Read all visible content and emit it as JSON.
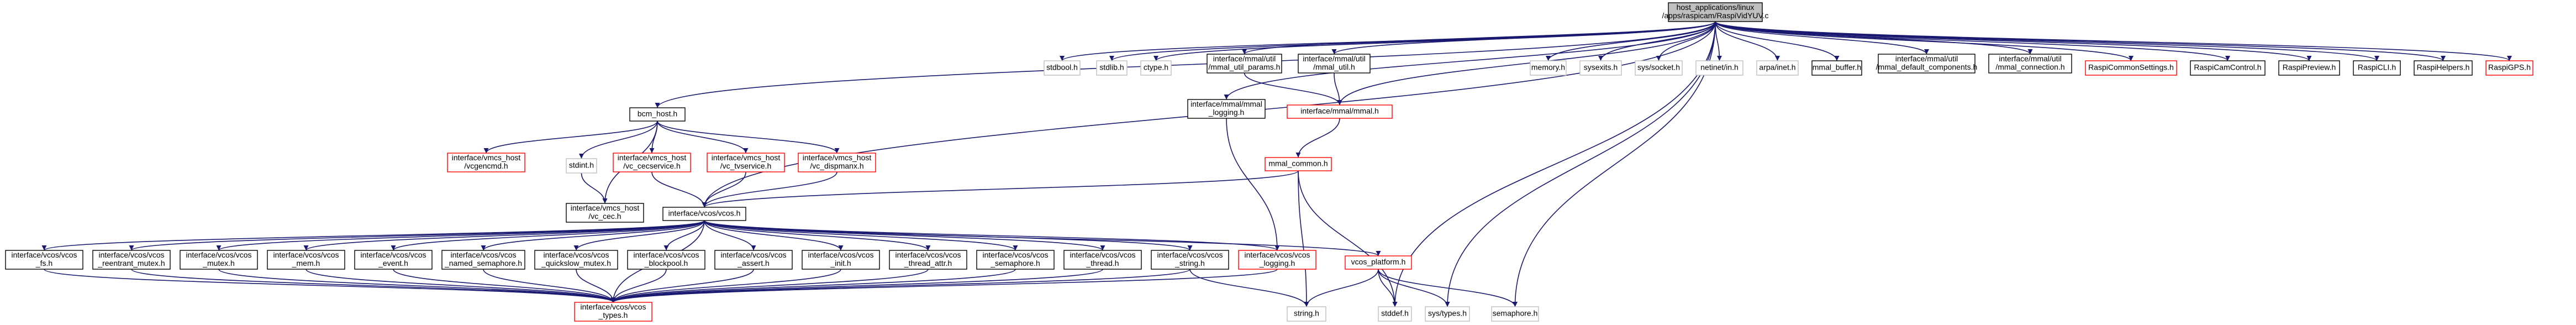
{
  "colors": {
    "edge": "#191970",
    "normal_border": "#000000",
    "red_border": "#ff0000",
    "gray_border": "#bfbfbf",
    "root_fill": "#bfbfbf",
    "node_fill": "#ffffff",
    "text": "#000000"
  },
  "nodes": [
    {
      "id": "root",
      "lines": [
        "host_applications/linux",
        "/apps/raspicam/RaspiVidYUV.c"
      ],
      "style": "root"
    },
    {
      "id": "stdbool",
      "lines": [
        "stdbool.h"
      ],
      "style": "gray"
    },
    {
      "id": "stdlib",
      "lines": [
        "stdlib.h"
      ],
      "style": "gray"
    },
    {
      "id": "ctype",
      "lines": [
        "ctype.h"
      ],
      "style": "gray"
    },
    {
      "id": "bcm_host",
      "lines": [
        "bcm_host.h"
      ],
      "style": "normal"
    },
    {
      "id": "mmal_util_params",
      "lines": [
        "interface/mmal/util",
        "/mmal_util_params.h"
      ],
      "style": "normal"
    },
    {
      "id": "mmal_util",
      "lines": [
        "interface/mmal/util",
        "/mmal_util.h"
      ],
      "style": "normal"
    },
    {
      "id": "mmal_logging",
      "lines": [
        "interface/mmal/mmal",
        "_logging.h"
      ],
      "style": "normal"
    },
    {
      "id": "mmal",
      "lines": [
        "interface/mmal/mmal.h"
      ],
      "style": "red"
    },
    {
      "id": "mmal_common",
      "lines": [
        "mmal_common.h"
      ],
      "style": "red"
    },
    {
      "id": "memory",
      "lines": [
        "memory.h"
      ],
      "style": "gray"
    },
    {
      "id": "sysexits",
      "lines": [
        "sysexits.h"
      ],
      "style": "gray"
    },
    {
      "id": "sys_socket",
      "lines": [
        "sys/socket.h"
      ],
      "style": "gray"
    },
    {
      "id": "netinet_in",
      "lines": [
        "netinet/in.h"
      ],
      "style": "gray"
    },
    {
      "id": "arpa_inet",
      "lines": [
        "arpa/inet.h"
      ],
      "style": "gray"
    },
    {
      "id": "mmal_buffer",
      "lines": [
        "mmal_buffer.h"
      ],
      "style": "normal"
    },
    {
      "id": "mmal_default_components",
      "lines": [
        "interface/mmal/util",
        "/mmal_default_components.h"
      ],
      "style": "normal"
    },
    {
      "id": "mmal_connection",
      "lines": [
        "interface/mmal/util",
        "/mmal_connection.h"
      ],
      "style": "normal"
    },
    {
      "id": "raspi_common_settings",
      "lines": [
        "RaspiCommonSettings.h"
      ],
      "style": "red"
    },
    {
      "id": "raspi_cam_control",
      "lines": [
        "RaspiCamControl.h"
      ],
      "style": "normal"
    },
    {
      "id": "raspi_preview",
      "lines": [
        "RaspiPreview.h"
      ],
      "style": "normal"
    },
    {
      "id": "raspi_cli",
      "lines": [
        "RaspiCLI.h"
      ],
      "style": "normal"
    },
    {
      "id": "raspi_helpers",
      "lines": [
        "RaspiHelpers.h"
      ],
      "style": "normal"
    },
    {
      "id": "raspi_gps",
      "lines": [
        "RaspiGPS.h"
      ],
      "style": "red"
    },
    {
      "id": "vcgencmd",
      "lines": [
        "interface/vmcs_host",
        "/vcgencmd.h"
      ],
      "style": "red"
    },
    {
      "id": "stdint",
      "lines": [
        "stdint.h"
      ],
      "style": "gray"
    },
    {
      "id": "vc_cecservice",
      "lines": [
        "interface/vmcs_host",
        "/vc_cecservice.h"
      ],
      "style": "red"
    },
    {
      "id": "vc_tvservice",
      "lines": [
        "interface/vmcs_host",
        "/vc_tvservice.h"
      ],
      "style": "red"
    },
    {
      "id": "vc_dispmanx",
      "lines": [
        "interface/vmcs_host",
        "/vc_dispmanx.h"
      ],
      "style": "red"
    },
    {
      "id": "vc_cec",
      "lines": [
        "interface/vmcs_host",
        "/vc_cec.h"
      ],
      "style": "normal"
    },
    {
      "id": "vcos",
      "lines": [
        "interface/vcos/vcos.h"
      ],
      "style": "normal"
    },
    {
      "id": "vcos_platform",
      "lines": [
        "vcos_platform.h"
      ],
      "style": "red"
    },
    {
      "id": "vcos_fs",
      "lines": [
        "interface/vcos/vcos",
        "_fs.h"
      ],
      "style": "normal"
    },
    {
      "id": "vcos_reentrant_mutex",
      "lines": [
        "interface/vcos/vcos",
        "_reentrant_mutex.h"
      ],
      "style": "normal"
    },
    {
      "id": "vcos_mutex",
      "lines": [
        "interface/vcos/vcos",
        "_mutex.h"
      ],
      "style": "normal"
    },
    {
      "id": "vcos_mem",
      "lines": [
        "interface/vcos/vcos",
        "_mem.h"
      ],
      "style": "normal"
    },
    {
      "id": "vcos_event",
      "lines": [
        "interface/vcos/vcos",
        "_event.h"
      ],
      "style": "normal"
    },
    {
      "id": "vcos_named_semaphore",
      "lines": [
        "interface/vcos/vcos",
        "_named_semaphore.h"
      ],
      "style": "normal"
    },
    {
      "id": "vcos_quickslow_mutex",
      "lines": [
        "interface/vcos/vcos",
        "_quickslow_mutex.h"
      ],
      "style": "normal"
    },
    {
      "id": "vcos_blockpool",
      "lines": [
        "interface/vcos/vcos",
        "_blockpool.h"
      ],
      "style": "normal"
    },
    {
      "id": "vcos_assert",
      "lines": [
        "interface/vcos/vcos",
        "_assert.h"
      ],
      "style": "normal"
    },
    {
      "id": "vcos_init",
      "lines": [
        "interface/vcos/vcos",
        "_init.h"
      ],
      "style": "normal"
    },
    {
      "id": "vcos_thread_attr",
      "lines": [
        "interface/vcos/vcos",
        "_thread_attr.h"
      ],
      "style": "normal"
    },
    {
      "id": "vcos_semaphore",
      "lines": [
        "interface/vcos/vcos",
        "_semaphore.h"
      ],
      "style": "normal"
    },
    {
      "id": "vcos_thread",
      "lines": [
        "interface/vcos/vcos",
        "_thread.h"
      ],
      "style": "normal"
    },
    {
      "id": "vcos_string",
      "lines": [
        "interface/vcos/vcos",
        "_string.h"
      ],
      "style": "normal"
    },
    {
      "id": "vcos_logging",
      "lines": [
        "interface/vcos/vcos",
        "_logging.h"
      ],
      "style": "red"
    },
    {
      "id": "vcos_types",
      "lines": [
        "interface/vcos/vcos",
        "_types.h"
      ],
      "style": "red"
    },
    {
      "id": "string",
      "lines": [
        "string.h"
      ],
      "style": "gray"
    },
    {
      "id": "stddef",
      "lines": [
        "stddef.h"
      ],
      "style": "gray"
    },
    {
      "id": "sys_types",
      "lines": [
        "sys/types.h"
      ],
      "style": "gray"
    },
    {
      "id": "semaphore",
      "lines": [
        "semaphore.h"
      ],
      "style": "gray"
    }
  ],
  "edges": [
    [
      "root",
      "stdbool"
    ],
    [
      "root",
      "stdlib"
    ],
    [
      "root",
      "ctype"
    ],
    [
      "root",
      "bcm_host"
    ],
    [
      "root",
      "mmal_util_params"
    ],
    [
      "root",
      "mmal_util"
    ],
    [
      "root",
      "mmal_logging"
    ],
    [
      "root",
      "mmal"
    ],
    [
      "root",
      "memory"
    ],
    [
      "root",
      "sysexits"
    ],
    [
      "root",
      "sys_socket"
    ],
    [
      "root",
      "netinet_in"
    ],
    [
      "root",
      "arpa_inet"
    ],
    [
      "root",
      "mmal_buffer"
    ],
    [
      "root",
      "mmal_default_components"
    ],
    [
      "root",
      "mmal_connection"
    ],
    [
      "root",
      "raspi_common_settings"
    ],
    [
      "root",
      "raspi_cam_control"
    ],
    [
      "root",
      "raspi_preview"
    ],
    [
      "root",
      "raspi_cli"
    ],
    [
      "root",
      "raspi_helpers"
    ],
    [
      "root",
      "raspi_gps"
    ],
    [
      "root",
      "vcos"
    ],
    [
      "root",
      "semaphore"
    ],
    [
      "root",
      "stddef"
    ],
    [
      "root",
      "sys_types"
    ],
    [
      "bcm_host",
      "vcgencmd"
    ],
    [
      "bcm_host",
      "stdint"
    ],
    [
      "bcm_host",
      "vc_cecservice"
    ],
    [
      "bcm_host",
      "vc_tvservice"
    ],
    [
      "bcm_host",
      "vc_dispmanx"
    ],
    [
      "bcm_host",
      "vc_cec"
    ],
    [
      "stdint",
      "vc_cec"
    ],
    [
      "vc_cecservice",
      "vcos"
    ],
    [
      "vc_tvservice",
      "vcos"
    ],
    [
      "vc_dispmanx",
      "vcos"
    ],
    [
      "mmal_util_params",
      "mmal"
    ],
    [
      "mmal_util",
      "mmal"
    ],
    [
      "mmal_logging",
      "vcos_logging"
    ],
    [
      "mmal",
      "mmal_common"
    ],
    [
      "mmal_common",
      "vcos"
    ],
    [
      "mmal_common",
      "string"
    ],
    [
      "mmal_common",
      "stddef"
    ],
    [
      "vcos",
      "vcos_fs"
    ],
    [
      "vcos",
      "vcos_reentrant_mutex"
    ],
    [
      "vcos",
      "vcos_mutex"
    ],
    [
      "vcos",
      "vcos_mem"
    ],
    [
      "vcos",
      "vcos_event"
    ],
    [
      "vcos",
      "vcos_named_semaphore"
    ],
    [
      "vcos",
      "vcos_quickslow_mutex"
    ],
    [
      "vcos",
      "vcos_blockpool"
    ],
    [
      "vcos",
      "vcos_assert"
    ],
    [
      "vcos",
      "vcos_init"
    ],
    [
      "vcos",
      "vcos_thread_attr"
    ],
    [
      "vcos",
      "vcos_semaphore"
    ],
    [
      "vcos",
      "vcos_thread"
    ],
    [
      "vcos",
      "vcos_string"
    ],
    [
      "vcos",
      "vcos_logging"
    ],
    [
      "vcos",
      "vcos_types"
    ],
    [
      "vcos",
      "vcos_platform"
    ],
    [
      "vcos_fs",
      "vcos_types"
    ],
    [
      "vcos_reentrant_mutex",
      "vcos_types"
    ],
    [
      "vcos_mutex",
      "vcos_types"
    ],
    [
      "vcos_mem",
      "vcos_types"
    ],
    [
      "vcos_event",
      "vcos_types"
    ],
    [
      "vcos_named_semaphore",
      "vcos_types"
    ],
    [
      "vcos_quickslow_mutex",
      "vcos_types"
    ],
    [
      "vcos_blockpool",
      "vcos_types"
    ],
    [
      "vcos_assert",
      "vcos_types"
    ],
    [
      "vcos_init",
      "vcos_types"
    ],
    [
      "vcos_thread_attr",
      "vcos_types"
    ],
    [
      "vcos_semaphore",
      "vcos_types"
    ],
    [
      "vcos_thread",
      "vcos_types"
    ],
    [
      "vcos_string",
      "vcos_types"
    ],
    [
      "vcos_logging",
      "vcos_types"
    ],
    [
      "vcos_string",
      "string"
    ],
    [
      "vcos_platform",
      "string"
    ],
    [
      "vcos_platform",
      "stddef"
    ],
    [
      "vcos_platform",
      "sys_types"
    ],
    [
      "vcos_platform",
      "semaphore"
    ]
  ]
}
